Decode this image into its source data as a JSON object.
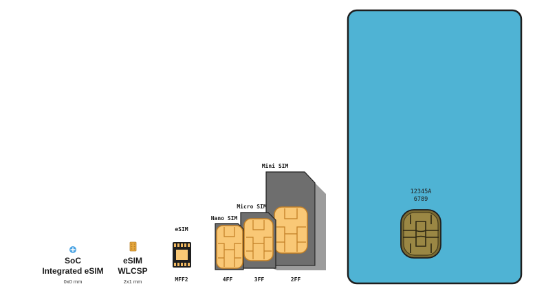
{
  "colors": {
    "card_fill": "#4fb3d4",
    "gold_light": "#f9c876",
    "gold_dark": "#d9932f",
    "plastic_grey": "#6e6e6e",
    "outline": "#1e1e1e",
    "soc_blue": "#4aa3e3"
  },
  "formats": {
    "soc": {
      "title_line1": "SoC",
      "title_line2": "Integrated eSIM",
      "size": "0x0 mm",
      "icon": "chip-gear-icon"
    },
    "wlcsp": {
      "title_line1": "eSIM",
      "title_line2": "WLCSP",
      "size": "2x1 mm"
    },
    "mff2": {
      "top_label": "eSIM",
      "bottom_label": "MFF2"
    },
    "nano": {
      "top_label": "Nano SIM",
      "bottom_label": "4FF"
    },
    "micro": {
      "top_label": "Micro SIM",
      "bottom_label": "3FF"
    },
    "mini": {
      "top_label": "Mini SIM",
      "bottom_label": "2FF"
    }
  },
  "card": {
    "number_line1": "12345A",
    "number_line2": "6789"
  }
}
